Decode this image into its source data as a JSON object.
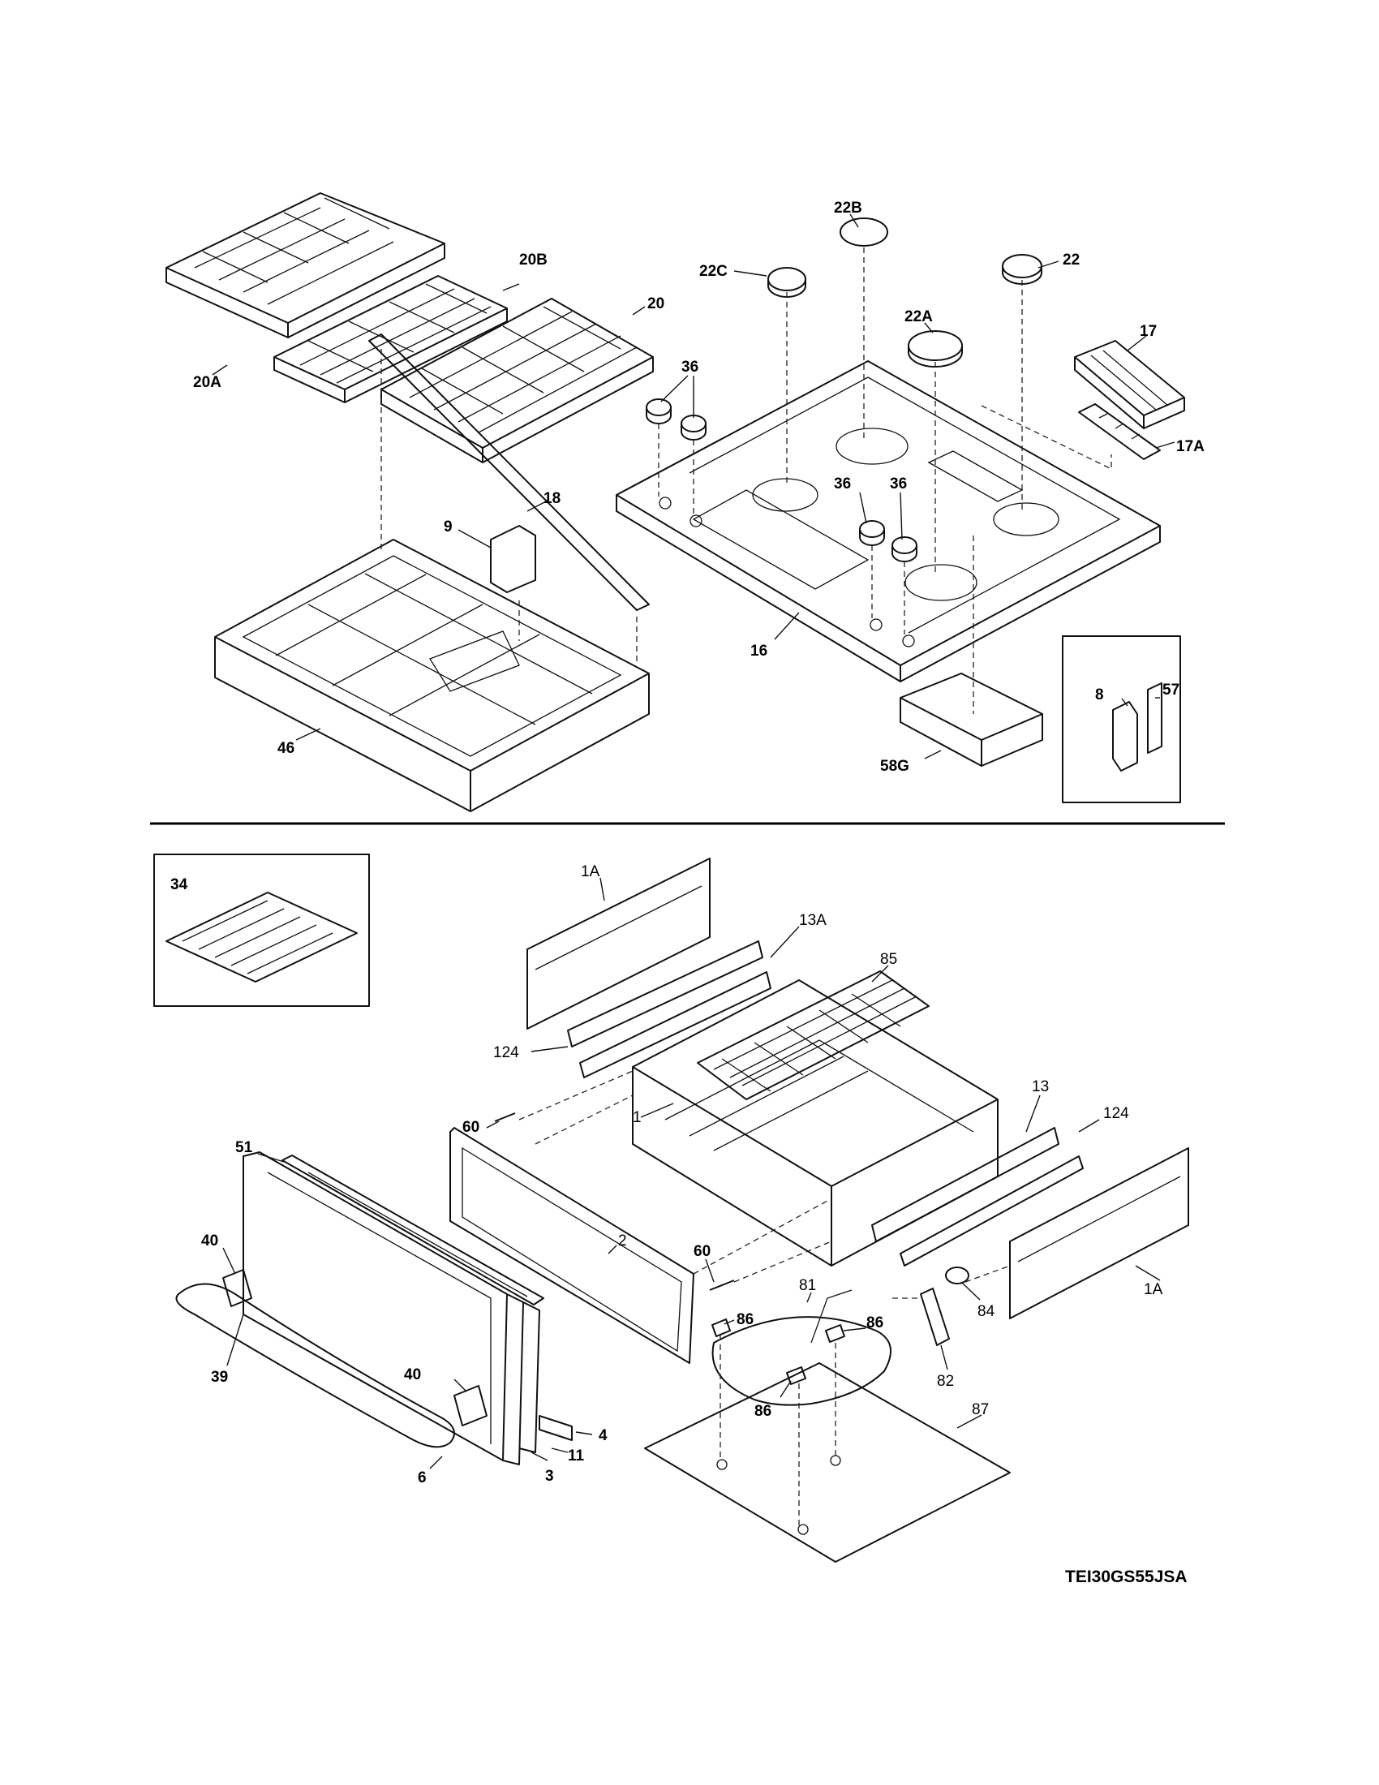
{
  "diagram": {
    "model_number": "TEI30GS55JSA",
    "labels": {
      "p22B": "22B",
      "p22C": "22C",
      "p22A": "22A",
      "p22": "22",
      "p20B": "20B",
      "p20": "20",
      "p20A": "20A",
      "p36a": "36",
      "p36b": "36",
      "p36c": "36",
      "p17": "17",
      "p17A": "17A",
      "p18": "18",
      "p9": "9",
      "p16": "16",
      "p46": "46",
      "p58G": "58G",
      "p8": "8",
      "p57": "57",
      "p34": "34",
      "p1A_top": "1A",
      "p13A": "13A",
      "p85": "85",
      "p124_left": "124",
      "p60_top": "60",
      "p51": "51",
      "p1": "1",
      "p13": "13",
      "p124_right": "124",
      "p2": "2",
      "p40_top": "40",
      "p60_mid": "60",
      "p81": "81",
      "p84": "84",
      "p1A_right": "1A",
      "p86_a": "86",
      "p86_b": "86",
      "p86_c": "86",
      "p39": "39",
      "p40_mid": "40",
      "p82": "82",
      "p87": "87",
      "p4": "4",
      "p11": "11",
      "p3": "3",
      "p6": "6"
    }
  }
}
